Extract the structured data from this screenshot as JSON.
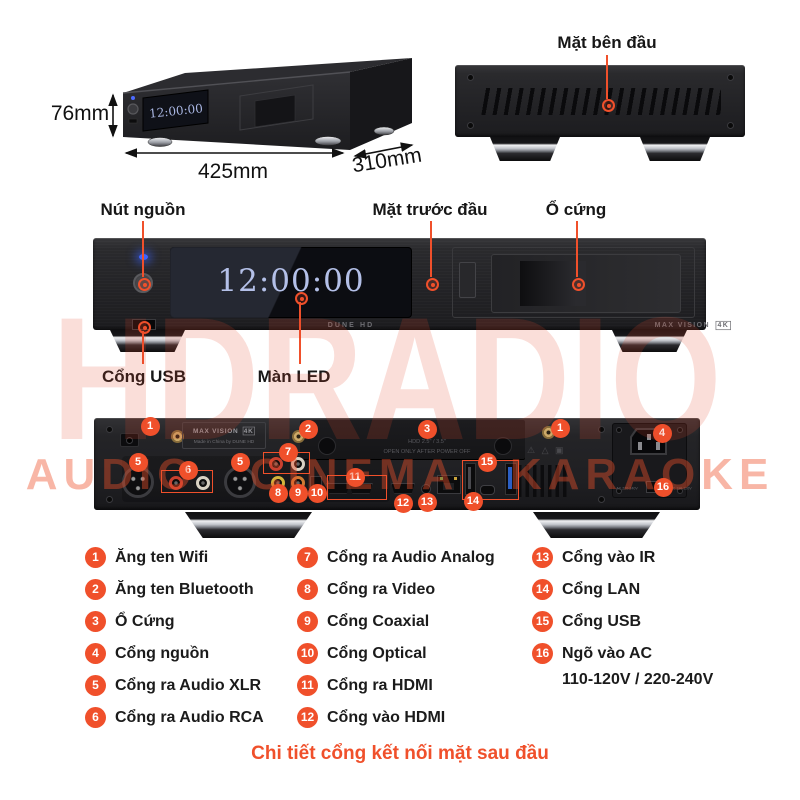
{
  "accent": "#F0502B",
  "dims": {
    "height": "76mm",
    "width": "425mm",
    "depth": "310mm"
  },
  "angled_view": {
    "display_time": "12:00:00"
  },
  "side_view": {
    "label": "Mặt bên đầu"
  },
  "front_view": {
    "power_label": "Nút nguồn",
    "face_label": "Mặt trước đầu",
    "hdd_label": "Ổ cứng",
    "usb_label": "Cổng USB",
    "led_label": "Màn LED",
    "display_time": "12:00:00",
    "brand_left": "DUNE HD",
    "brand_right": "MAX VISION",
    "brand_right_badge": "4K"
  },
  "rear_view": {
    "brand_line1": "MAX VISION",
    "brand_badge": "4K",
    "brand_line2": "Made in China by DUNE HD",
    "hdd_line1": "HDD 2.5\" / 3.5\"",
    "hdd_line2": "OPEN ONLY AFTER POWER OFF",
    "switch_left": "AC 220-240V",
    "switch_right": "AC 110-120V",
    "cert_icons": "⚠ △ ▣",
    "badges": [
      "1",
      "2",
      "3",
      "1",
      "4",
      "5",
      "5",
      "6",
      "7",
      "8",
      "9",
      "10",
      "11",
      "12",
      "13",
      "14",
      "15",
      "16"
    ]
  },
  "legend": {
    "columns": [
      {
        "items": [
          {
            "n": "1",
            "label": "Ăng ten Wifi"
          },
          {
            "n": "2",
            "label": "Ăng ten Bluetooth"
          },
          {
            "n": "3",
            "label": "Ổ Cứng"
          },
          {
            "n": "4",
            "label": "Cổng nguồn"
          },
          {
            "n": "5",
            "label": "Cổng ra Audio XLR"
          },
          {
            "n": "6",
            "label": "Cổng ra Audio RCA"
          }
        ]
      },
      {
        "items": [
          {
            "n": "7",
            "label": "Cổng ra Audio Analog"
          },
          {
            "n": "8",
            "label": "Cổng ra Video"
          },
          {
            "n": "9",
            "label": "Cổng Coaxial"
          },
          {
            "n": "10",
            "label": "Cổng Optical"
          },
          {
            "n": "11",
            "label": "Cổng ra HDMI"
          },
          {
            "n": "12",
            "label": "Cổng vào HDMI"
          }
        ]
      },
      {
        "items": [
          {
            "n": "13",
            "label": "Cổng vào IR"
          },
          {
            "n": "14",
            "label": "Cổng LAN"
          },
          {
            "n": "15",
            "label": "Cổng USB"
          },
          {
            "n": "16",
            "label": "Ngõ vào AC",
            "label2": "110-120V / 220-240V"
          }
        ]
      }
    ]
  },
  "caption": "Chi tiết cổng kết nối mặt sau đầu",
  "watermark": {
    "main": "HDRADIO",
    "sub": "AUDIO CINEMA KARAOKE"
  }
}
